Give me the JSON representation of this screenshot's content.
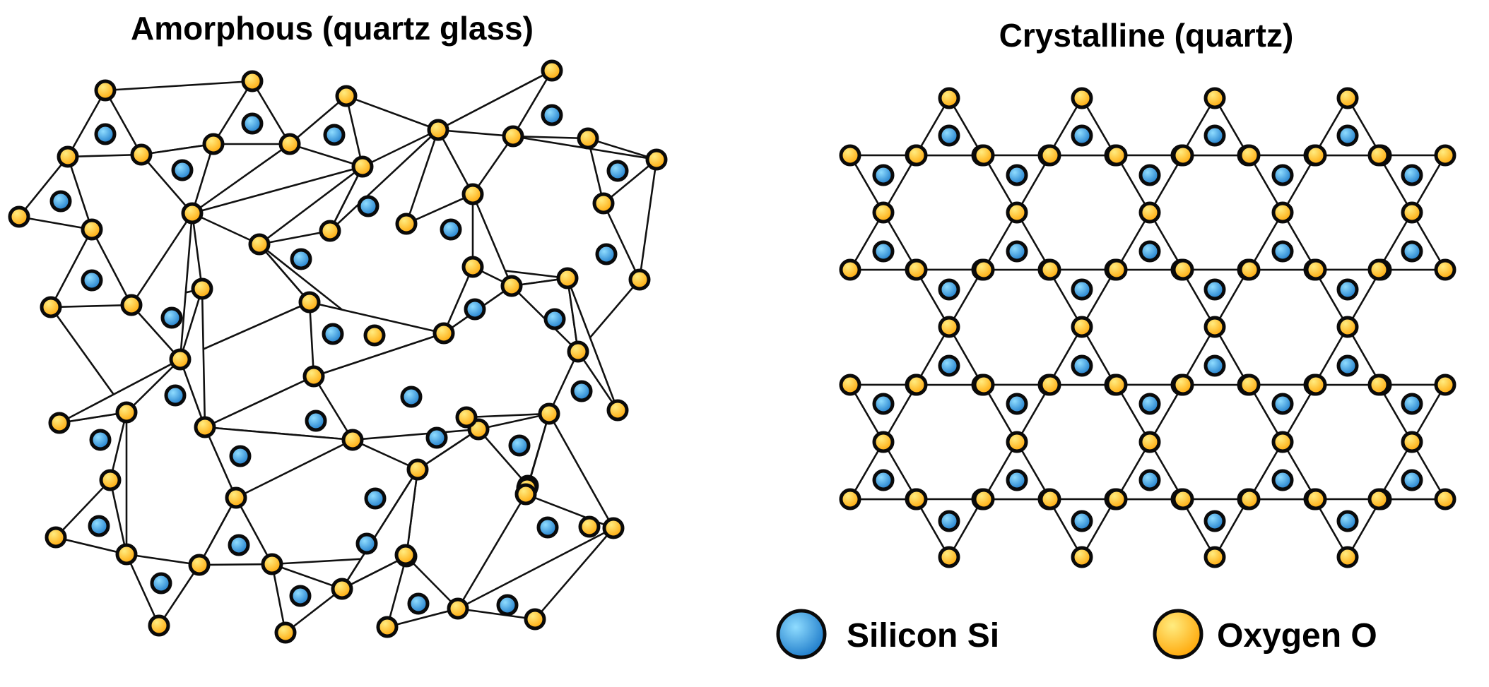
{
  "amorphous": {
    "title": "Amorphous (quartz glass)"
  },
  "crystalline": {
    "title": "Crystalline (quartz)"
  },
  "legend": [
    {
      "label": "Silicon Si",
      "atom": "silicon"
    },
    {
      "label": "Oxygen O",
      "atom": "oxygen"
    }
  ],
  "colors": {
    "silicon_light": "#7fd3ff",
    "silicon_dark": "#1e7fcf",
    "oxygen_light": "#ffe066",
    "oxygen_dark": "#ffa800",
    "outline": "#0a0a0a",
    "bond": "#111111"
  }
}
